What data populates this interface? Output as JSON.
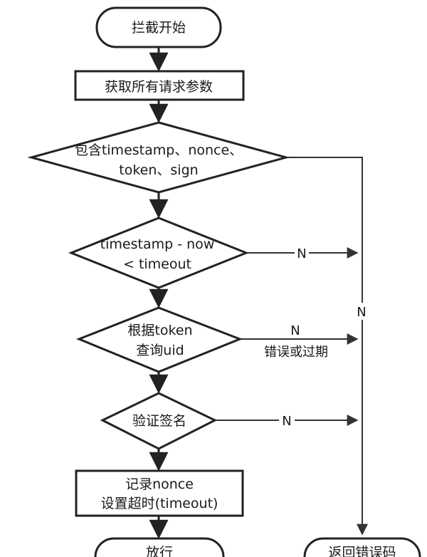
{
  "nodes": {
    "start": "拦截开始",
    "get_params": "获取所有请求参数",
    "check_params": [
      "包含timestamp、nonce、",
      "token、sign"
    ],
    "check_time": [
      "timestamp - now",
      "< timeout"
    ],
    "query_uid": [
      "根据token",
      "查询uid"
    ],
    "verify_sign": "验证签名",
    "record_nonce": [
      "记录nonce",
      "设置超时(timeout)"
    ],
    "pass": "放行",
    "return_error": "返回错误码"
  },
  "edges": {
    "no_label": "N",
    "token_error_label": "错误或过期"
  }
}
